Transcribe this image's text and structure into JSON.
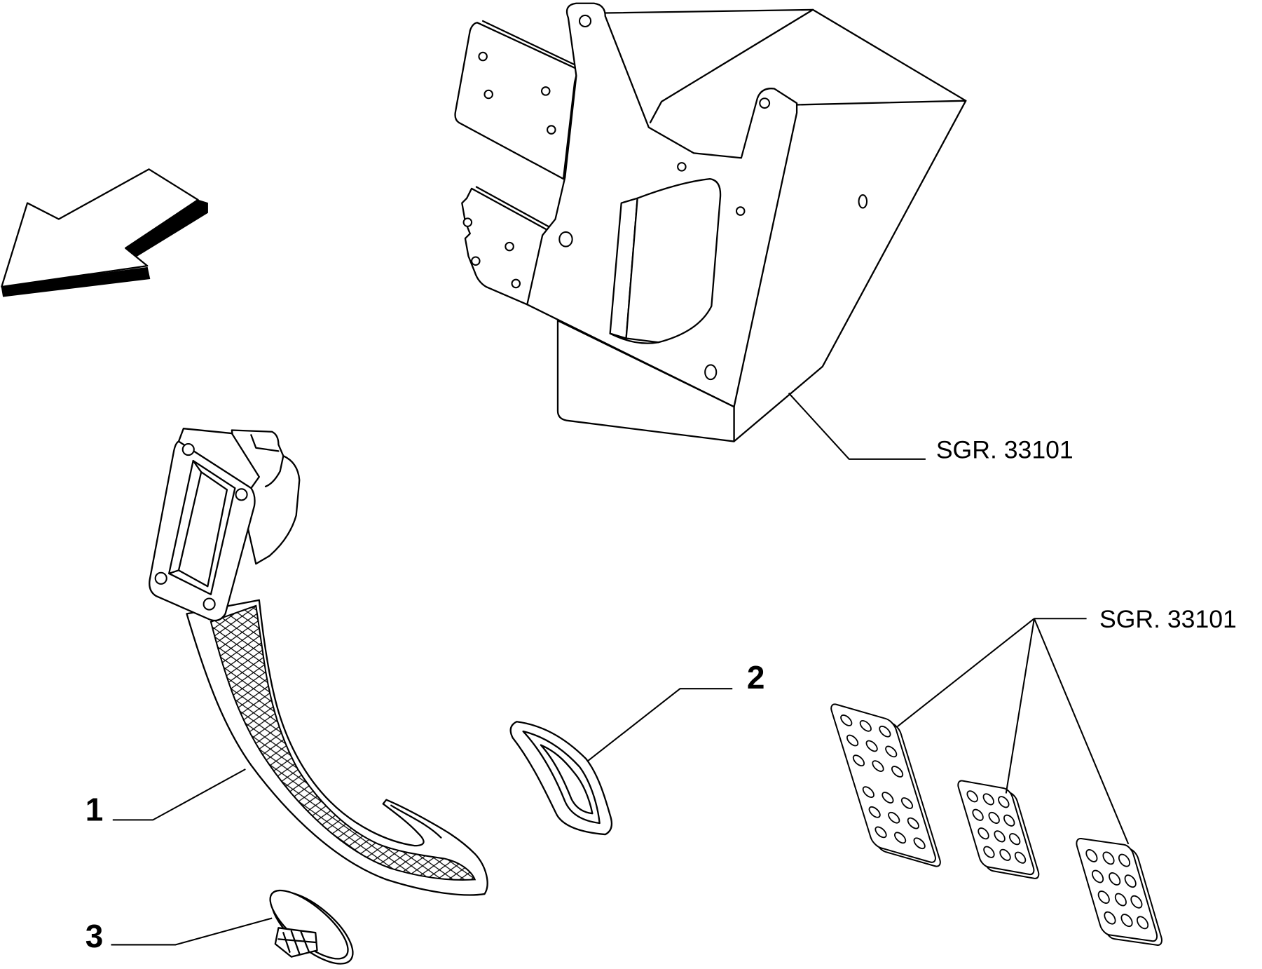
{
  "diagram": {
    "callouts": {
      "part_1": "1",
      "part_2": "2",
      "part_3": "3"
    },
    "references": {
      "pedal_box_ref": "SGR. 33101",
      "pedal_pads_ref": "SGR. 33101"
    }
  },
  "colors": {
    "line": "#000000",
    "background": "#ffffff"
  }
}
